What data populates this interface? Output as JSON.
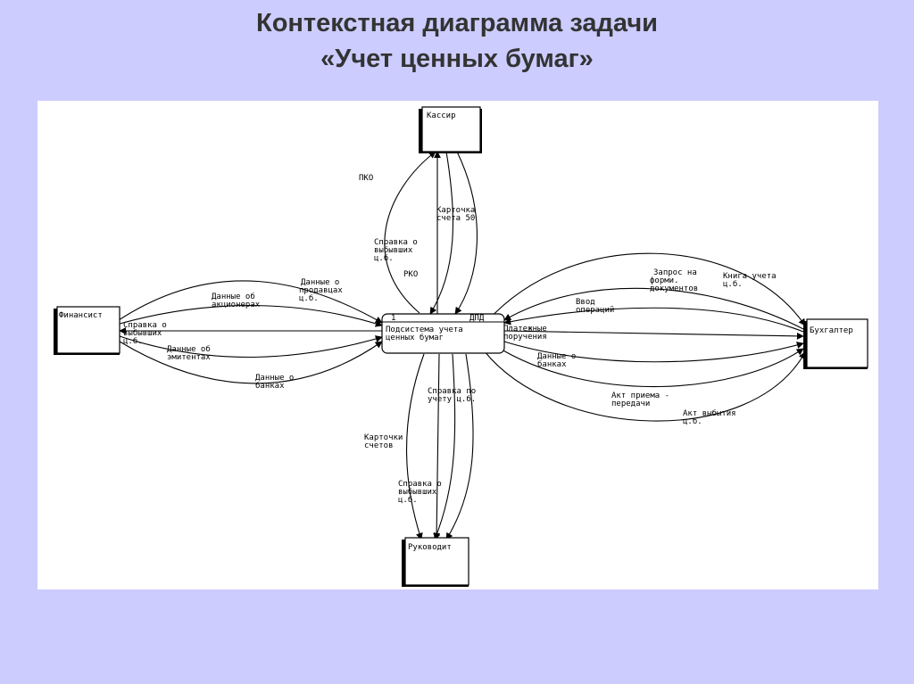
{
  "slide": {
    "title_line1": "Контекстная диаграмма задачи",
    "title_line2": "«Учет ценных бумаг»"
  },
  "diagram": {
    "process": {
      "number": "1",
      "tag": "ДПД",
      "name_line1": "Подсистема учета",
      "name_line2": "ценных бумаг"
    },
    "entities": {
      "cashier": "Кассир",
      "financier": "Финансист",
      "accountant": "Бухгалтер",
      "manager": "Руководит"
    },
    "flows": {
      "pko": "ПКО",
      "rko": "РКО",
      "card50_l1": "Карточка",
      "card50_l2": "счета 50",
      "retired_cashier_l1": "Справка о",
      "retired_cashier_l2": "выбывших",
      "retired_cashier_l3": "ц.б.",
      "sellers_l1": "Данные о",
      "sellers_l2": "продавцах",
      "sellers_l3": "ц.б.",
      "shareholders_l1": "Данные об",
      "shareholders_l2": "акционерах",
      "retired_fin_l1": "Справка о",
      "retired_fin_l2": "выбывших",
      "retired_fin_l3": "ц.б.",
      "issuers_l1": "Данные об",
      "issuers_l2": "эмитентах",
      "banks_fin_l1": "Данные о",
      "banks_fin_l2": "банках",
      "request_l1": "Запрос на",
      "request_l2": "форми.",
      "request_l3": "документов",
      "ledger_l1": "Книга учета",
      "ledger_l2": "ц.б.",
      "ops_l1": "Ввод",
      "ops_l2": "операций",
      "payments_l1": "Платежные",
      "payments_l2": "поручения",
      "banks_acc_l1": "Данные о",
      "banks_acc_l2": "банках",
      "transfer_l1": "Акт приема -",
      "transfer_l2": "передачи",
      "retire_act_l1": "Акт выбытия",
      "retire_act_l2": "ц.б.",
      "cert_l1": "Справка по",
      "cert_l2": "учету ц.б.",
      "accounts_l1": "Карточки",
      "accounts_l2": "счетов",
      "retired_mgr_l1": "Справка о",
      "retired_mgr_l2": "выбывших",
      "retired_mgr_l3": "ц.б."
    }
  }
}
